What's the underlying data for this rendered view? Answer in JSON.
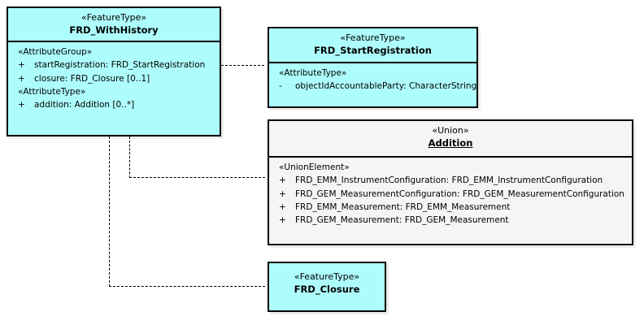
{
  "diagram": {
    "kind": "uml-class-diagram",
    "title": "FRD_WithHistory UML class diagram",
    "colors": {
      "featuretype_fill": "#aefdfd",
      "union_fill": "#f5f5f5",
      "border": "#000000",
      "canvas": "#ffffff"
    }
  },
  "classes": [
    {
      "id": "frd-withhistory",
      "stereotype": "«FeatureType»",
      "name": "FRD_WithHistory",
      "fill": "featuretype",
      "underline": false,
      "compartments": [
        {
          "group_stereotype": "«AttributeGroup»",
          "attributes": [
            {
              "visibility": "+",
              "text": "startRegistration: FRD_StartRegistration"
            },
            {
              "visibility": "+",
              "text": "closure: FRD_Closure [0..1]"
            }
          ]
        },
        {
          "group_stereotype": "«AttributeType»",
          "attributes": [
            {
              "visibility": "+",
              "text": "addition: Addition [0..*]"
            }
          ]
        }
      ]
    },
    {
      "id": "frd-startregistration",
      "stereotype": "«FeatureType»",
      "name": "FRD_StartRegistration",
      "fill": "featuretype",
      "underline": false,
      "compartments": [
        {
          "group_stereotype": "«AttributeType»",
          "attributes": [
            {
              "visibility": "-",
              "text": "objectIdAccountableParty: CharacterString"
            }
          ]
        }
      ]
    },
    {
      "id": "addition",
      "stereotype": "«Union»",
      "name": "Addition",
      "fill": "union",
      "underline": true,
      "compartments": [
        {
          "group_stereotype": "«UnionElement»",
          "attributes": [
            {
              "visibility": "+",
              "text": "FRD_EMM_InstrumentConfiguration: FRD_EMM_InstrumentConfiguration"
            },
            {
              "visibility": "+",
              "text": "FRD_GEM_MeasurementConfiguration: FRD_GEM_MeasurementConfiguration"
            },
            {
              "visibility": "+",
              "text": "FRD_EMM_Measurement: FRD_EMM_Measurement"
            },
            {
              "visibility": "+",
              "text": "FRD_GEM_Measurement: FRD_GEM_Measurement"
            }
          ]
        }
      ]
    },
    {
      "id": "frd-closure",
      "stereotype": "«FeatureType»",
      "name": "FRD_Closure",
      "fill": "featuretype",
      "underline": false,
      "compartments": []
    }
  ],
  "connectors": [
    {
      "id": "conn-startregistration",
      "style": "dashed",
      "arrow": "open",
      "from": "frd-withhistory",
      "to": "frd-startregistration"
    },
    {
      "id": "conn-addition",
      "style": "dashed",
      "arrow": "open",
      "from": "frd-withhistory",
      "to": "addition"
    },
    {
      "id": "conn-closure",
      "style": "dashed",
      "arrow": "open",
      "from": "frd-withhistory",
      "to": "frd-closure"
    }
  ]
}
